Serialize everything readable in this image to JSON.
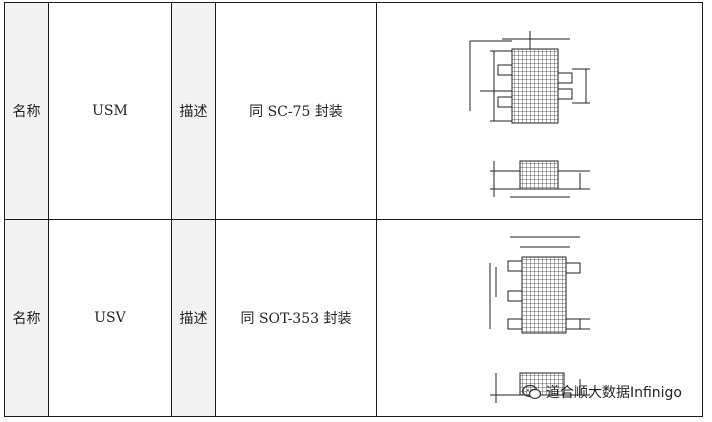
{
  "rows": [
    {
      "name_label": "名称",
      "name_value": "USM",
      "desc_label": "描述",
      "desc_value": "同 SC-75 封装",
      "figure": "usm-package-drawing"
    },
    {
      "name_label": "名称",
      "name_value": "USV",
      "desc_label": "描述",
      "desc_value": "同 SOT-353 封装",
      "figure": "usv-package-drawing"
    }
  ],
  "watermark": {
    "text": "道合顺大数据Infinigo",
    "icon": "wechat-logo-icon"
  }
}
